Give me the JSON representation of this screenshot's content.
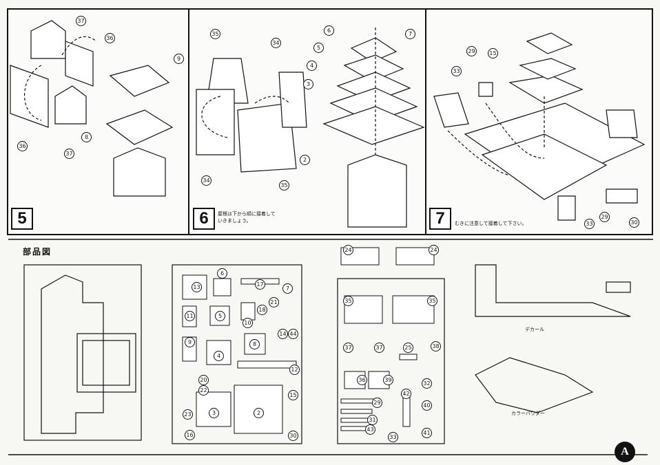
{
  "steps": [
    {
      "number": "5",
      "note": ""
    },
    {
      "number": "6",
      "note": "屋根は下から順に接着して\nいきましょう。"
    },
    {
      "number": "7",
      "note": "むきに注意して接着して下さい。"
    }
  ],
  "parts_section": {
    "title": "部品図"
  },
  "captions": {
    "decal": "デカール",
    "color_powder": "カラーパウダー"
  },
  "callouts": {
    "step5": [
      "37",
      "36",
      "9",
      "8",
      "36",
      "37"
    ],
    "step6": [
      "35",
      "34",
      "6",
      "7",
      "5",
      "4",
      "3",
      "2",
      "34",
      "35"
    ],
    "step7": [
      "29",
      "15",
      "33",
      "33",
      "29",
      "30"
    ]
  },
  "sprue_a_labels": [
    "6",
    "13",
    "17",
    "7",
    "21",
    "11",
    "5",
    "10",
    "18",
    "9",
    "4",
    "8",
    "14",
    "44",
    "12",
    "20",
    "22",
    "3",
    "2",
    "23",
    "16",
    "15",
    "30"
  ],
  "sprue_b_labels": [
    "24",
    "24",
    "35",
    "35",
    "37",
    "37",
    "36",
    "39",
    "25",
    "38",
    "32",
    "42",
    "29",
    "31",
    "43",
    "33",
    "40",
    "41"
  ],
  "logo_letter": "A"
}
